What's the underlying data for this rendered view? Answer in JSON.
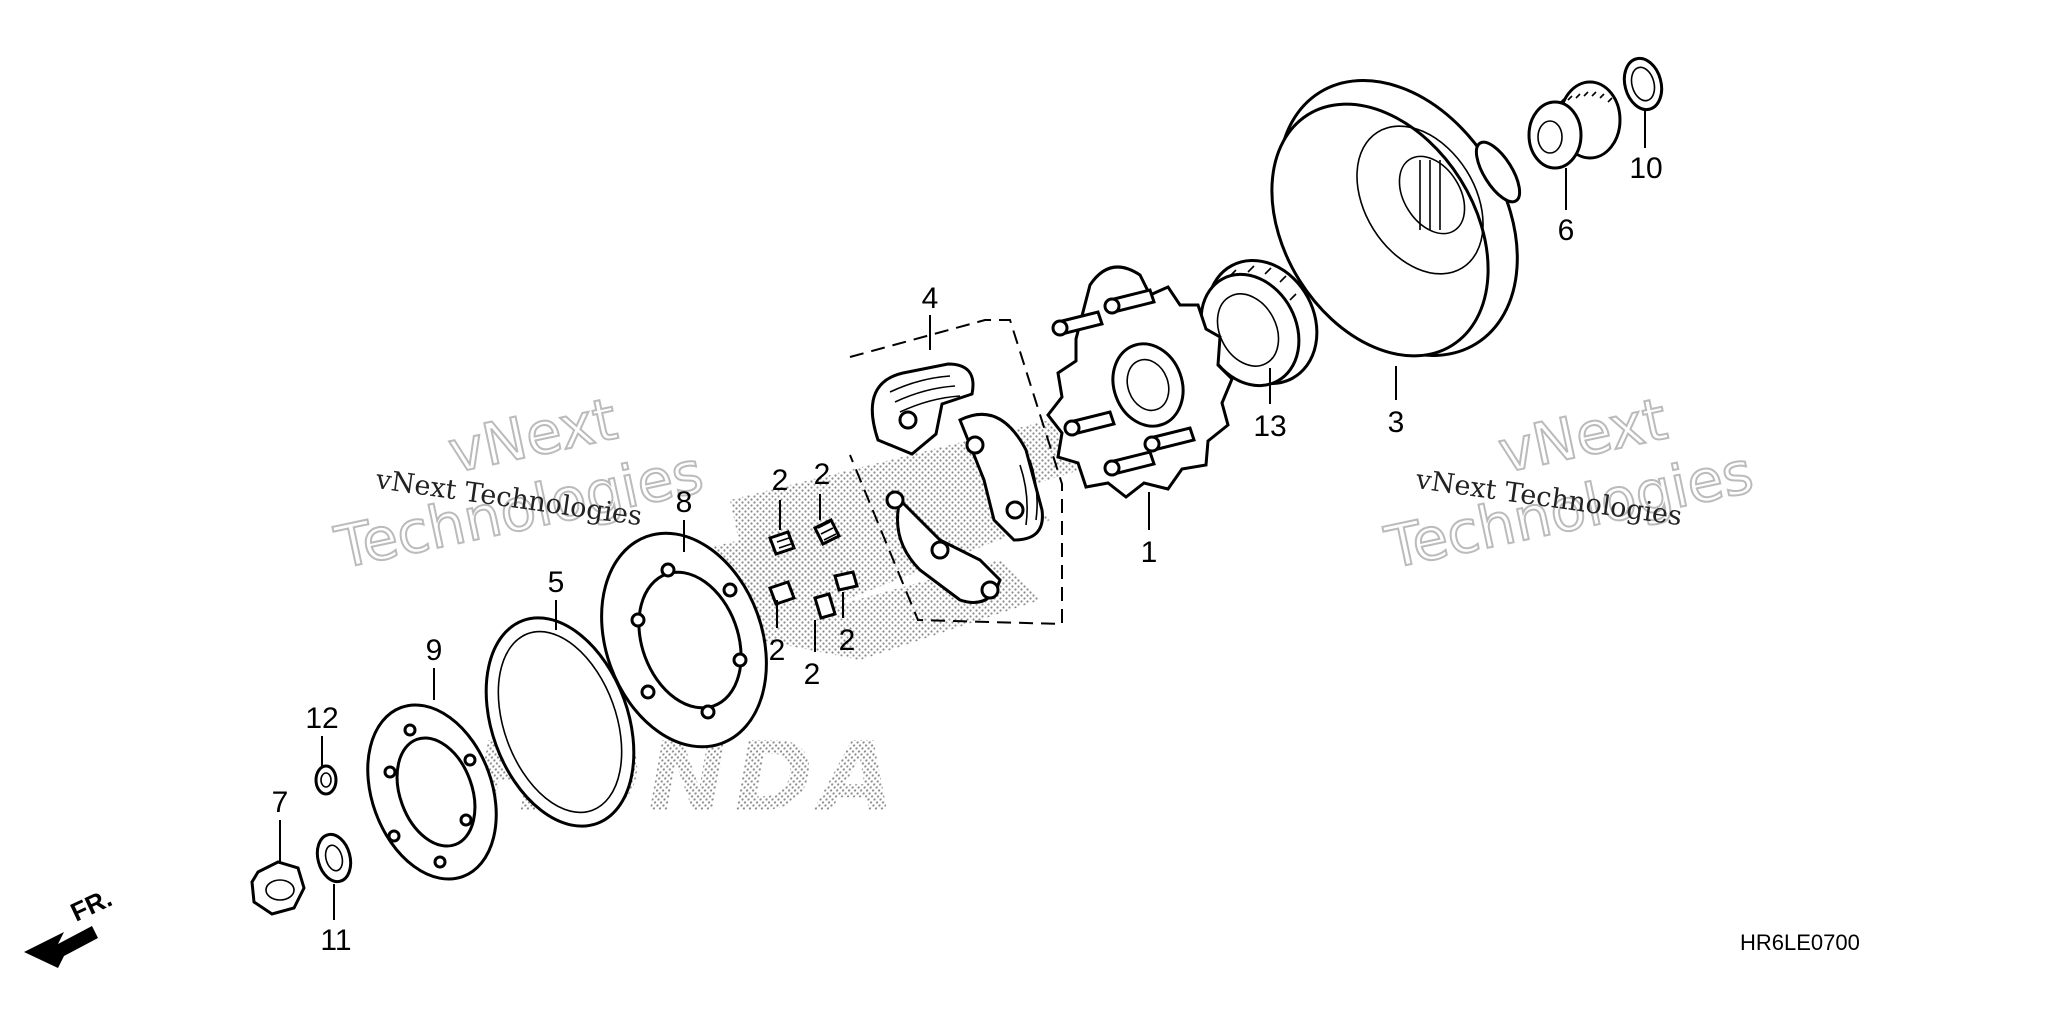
{
  "diagram_code": "HR6LE0700",
  "front_indicator": "FR.",
  "watermark": {
    "line1": "vNext",
    "line2": "Technologies",
    "caption": "vNext Technologies"
  },
  "brand_logo_text": "HONDA",
  "callouts": [
    {
      "id": "1",
      "label": "1"
    },
    {
      "id": "2a",
      "label": "2"
    },
    {
      "id": "2b",
      "label": "2"
    },
    {
      "id": "2c",
      "label": "2"
    },
    {
      "id": "2d",
      "label": "2"
    },
    {
      "id": "2e",
      "label": "2"
    },
    {
      "id": "3",
      "label": "3"
    },
    {
      "id": "4",
      "label": "4"
    },
    {
      "id": "5",
      "label": "5"
    },
    {
      "id": "6",
      "label": "6"
    },
    {
      "id": "7",
      "label": "7"
    },
    {
      "id": "8",
      "label": "8"
    },
    {
      "id": "9",
      "label": "9"
    },
    {
      "id": "10",
      "label": "10"
    },
    {
      "id": "11",
      "label": "11"
    },
    {
      "id": "12",
      "label": "12"
    },
    {
      "id": "13",
      "label": "13"
    }
  ]
}
